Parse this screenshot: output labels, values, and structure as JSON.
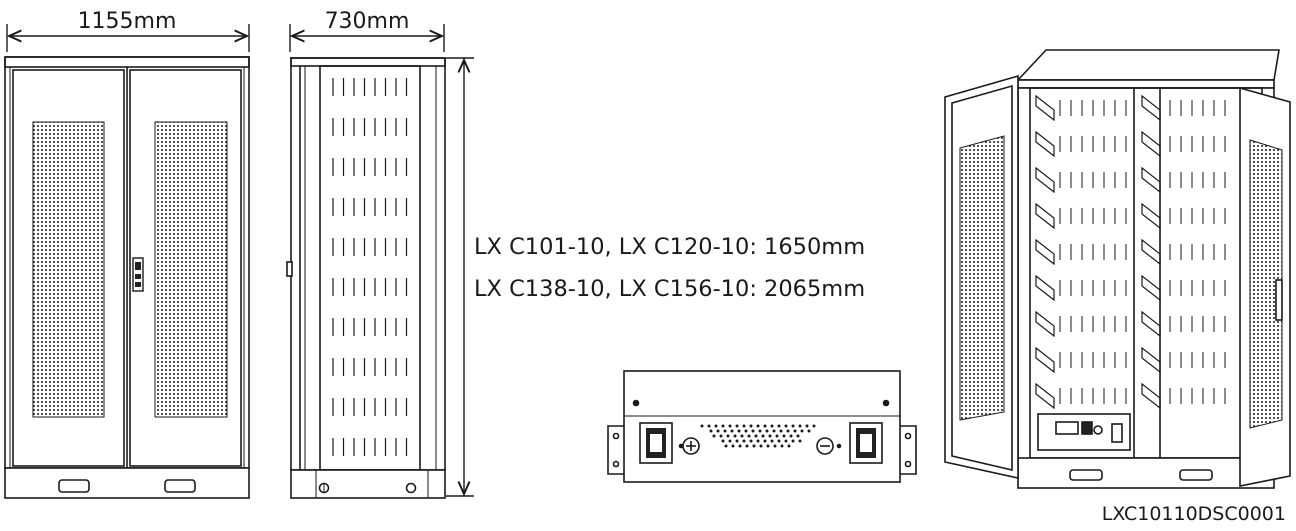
{
  "front_view": {
    "width_label": "1155mm"
  },
  "side_view": {
    "depth_label": "730mm"
  },
  "height_specs": [
    "LX C101-10, LX C120-10: 1650mm",
    "LX C138-10, LX C156-10: 2065mm"
  ],
  "figure_code": "LXC10110DSC0001"
}
